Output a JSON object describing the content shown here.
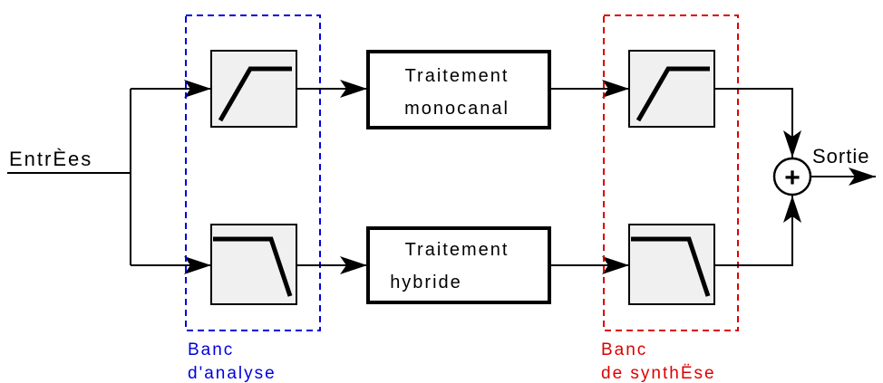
{
  "input_label": "EntrÈes",
  "output_label": "Sortie",
  "sum_symbol": "+",
  "processing_mono": {
    "line1": "Traitement",
    "line2": "monocanal"
  },
  "processing_hybrid": {
    "line1": "Traitement",
    "line2": "hybride"
  },
  "analysis_bank": {
    "line1": "Banc",
    "line2": "d'analyse",
    "color": "#0000dd"
  },
  "synthesis_bank": {
    "line1": "Banc",
    "line2": "de synthËse",
    "color": "#dd0000"
  }
}
